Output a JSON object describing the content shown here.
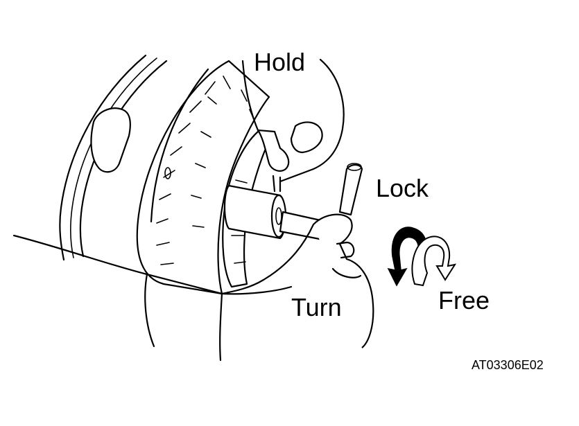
{
  "labels": {
    "hold": "Hold",
    "lock": "Lock",
    "turn": "Turn",
    "free": "Free",
    "figure_code": "AT03306E02"
  },
  "colors": {
    "line": "#000000",
    "background": "#ffffff",
    "arrow_fill": "#000000"
  }
}
